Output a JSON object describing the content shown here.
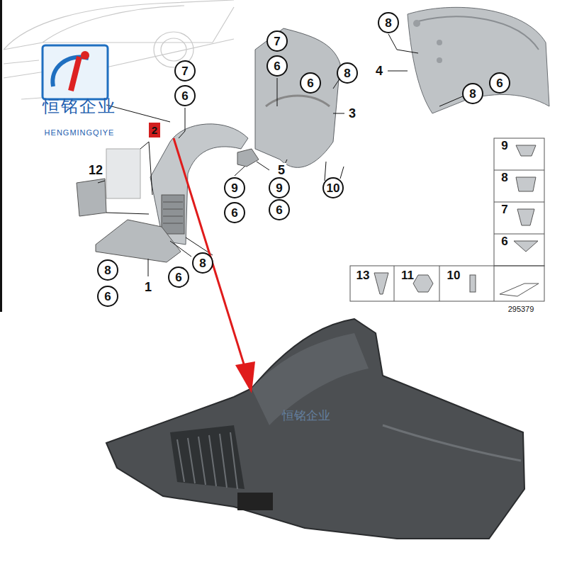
{
  "diagram": {
    "nodes": [
      {
        "text": [
          "2"
        ]
      }
    ],
    "labels": [
      "8",
      "7",
      "6",
      "6",
      "8",
      "4",
      "8",
      "6",
      "7",
      "6",
      "3",
      "恒铭企业",
      "HENGMINGQIYE",
      "12",
      "5",
      "9",
      "9",
      "10",
      "6",
      "6",
      "8",
      "8",
      "6",
      "1",
      "6",
      "9",
      "8",
      "7",
      "6",
      "13",
      "11",
      "10",
      "295379",
      "恒铭企业"
    ]
  }
}
